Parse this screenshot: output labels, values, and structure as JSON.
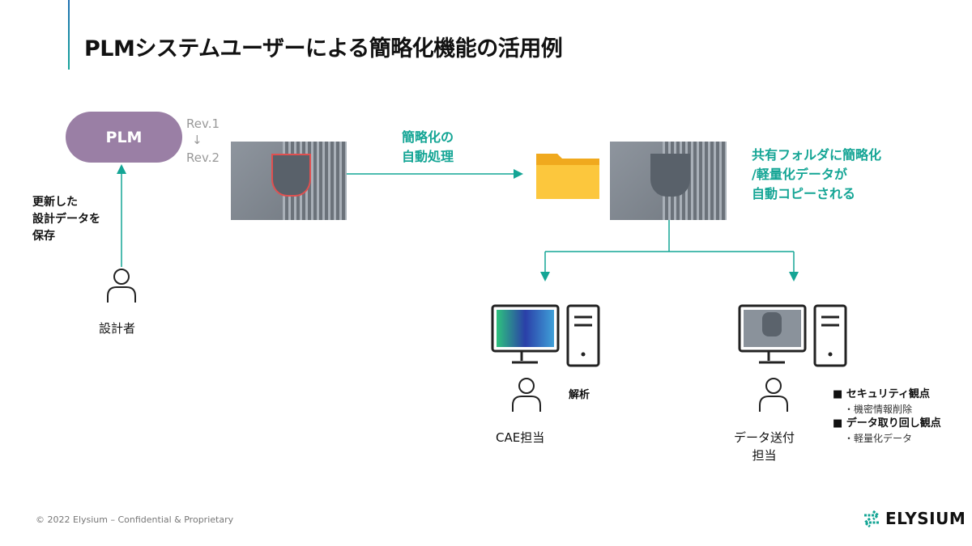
{
  "title": "PLMシステムユーザーによる簡略化機能の活用例",
  "plm": {
    "label": "PLM",
    "rev1": "Rev.1",
    "arrow": "↓",
    "rev2": "Rev.2"
  },
  "designer": {
    "action": [
      "更新した",
      "設計データを",
      "保存"
    ],
    "role": "設計者"
  },
  "process": {
    "label": [
      "簡略化の",
      "自動処理"
    ]
  },
  "shared": {
    "label": [
      "共有フォルダに簡略化",
      "/軽量化データが",
      "自動コピーされる"
    ]
  },
  "cae": {
    "task": "解析",
    "role": "CAE担当"
  },
  "sender": {
    "role": [
      "データ送付",
      "担当"
    ]
  },
  "notes": [
    {
      "heading": "■ セキュリティ観点",
      "item": "・機密情報削除"
    },
    {
      "heading": "■ データ取り回し観点",
      "item": "・軽量化データ"
    }
  ],
  "footer": "© 2022 Elysium – Confidential & Proprietary",
  "logo": "ELYSIUM",
  "colors": {
    "accent": "#14a595",
    "plm": "#9a7fa5"
  }
}
